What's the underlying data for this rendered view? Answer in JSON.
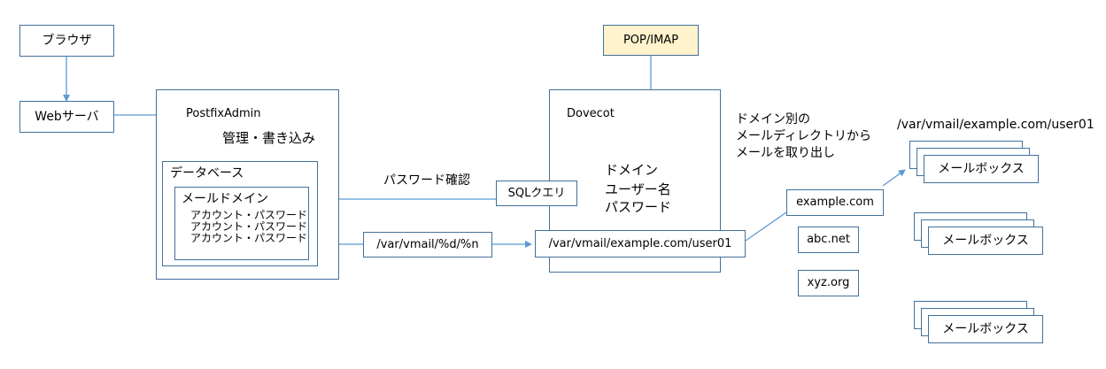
{
  "browser": "ブラウザ",
  "web_server": "Webサーバ",
  "postfixadmin": {
    "title": "PostfixAdmin",
    "write_label": "管理・書き込み",
    "database": "データベース",
    "mail_domain": "メールドメイン",
    "accounts": [
      "アカウント・パスワード",
      "アカウント・パスワード",
      "アカウント・パスワード"
    ]
  },
  "pop_imap": "POP/IMAP",
  "dovecot": {
    "title": "Dovecot",
    "credentials": [
      "ドメイン",
      "ユーザー名",
      "パスワード"
    ],
    "sql_query": "SQLクエリ",
    "path": "/var/vmail/example.com/user01"
  },
  "password_check": "パスワード確認",
  "path_template": "/var/vmail/%d/%n",
  "extract_note": [
    "ドメイン別の",
    "メールディレクトリから",
    "メールを取り出し"
  ],
  "domains": [
    "example.com",
    "abc.net",
    "xyz.org"
  ],
  "mailbox_path": "/var/vmail/example.com/user01",
  "mailboxes": [
    "メールボックス",
    "メールボックス",
    "メールボックス"
  ],
  "colors": {
    "border": "#41719c",
    "arrow": "#5b9bd5",
    "pop_fill": "#fff2cc"
  }
}
